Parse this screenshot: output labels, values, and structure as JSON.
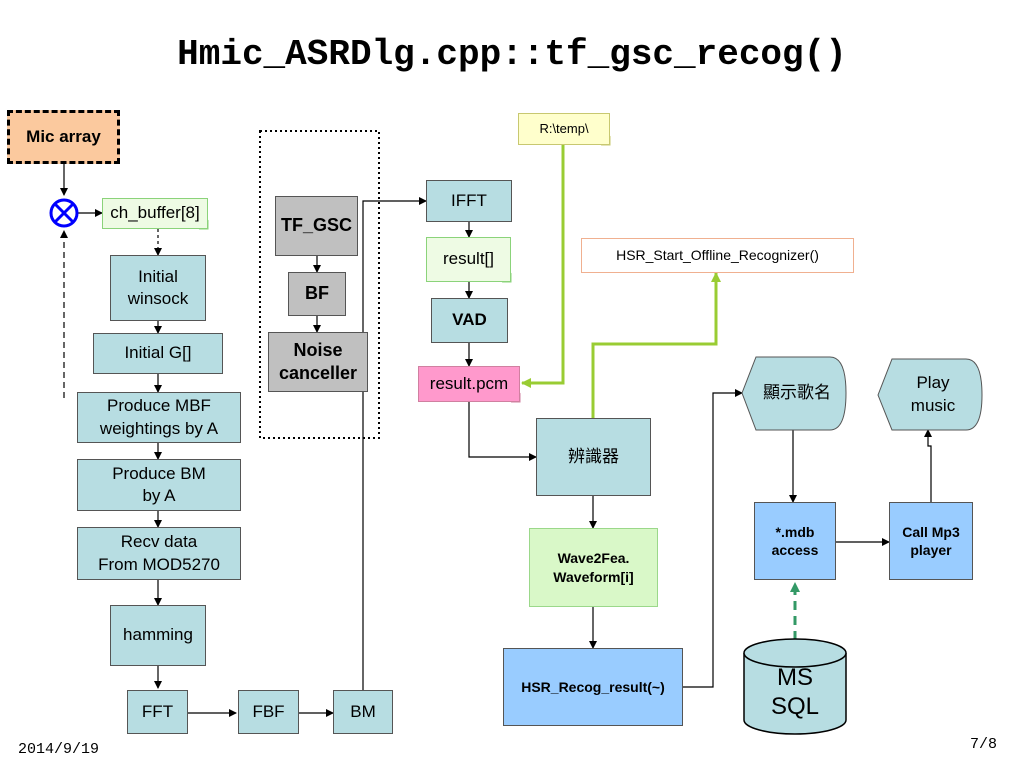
{
  "title": "Hmic_ASRDlg.cpp::tf_gsc_recog()",
  "nodes": {
    "mic_array": "Mic array",
    "ch_buffer": "ch_buffer[8]",
    "initial_winsock": "Initial\nwinsock",
    "initial_g": "Initial G[]",
    "produce_mbf": "Produce MBF\nweightings by A",
    "produce_bm": "Produce BM\nby A",
    "recv_data": "Recv data\nFrom MOD5270",
    "hamming": "hamming",
    "fft": "FFT",
    "fbf": "FBF",
    "bm": "BM",
    "tf_gsc": "TF_GSC",
    "bf": "BF",
    "noise_canceller": "Noise\ncanceller",
    "ifft": "IFFT",
    "result_array": "result[]",
    "vad": "VAD",
    "result_pcm": "result.pcm",
    "temp_path": "R:\\temp\\",
    "hsr_start": "HSR_Start_Offline_Recognizer()",
    "recognizer": "辨識器",
    "wave2fea": "Wave2Fea.\nWaveform[i]",
    "hsr_recog_result": "HSR_Recog_result(~)",
    "show_song": "顯示歌名",
    "play_music": "Play\nmusic",
    "mdb_access": "*.mdb\naccess",
    "call_mp3": "Call Mp3\nplayer",
    "ms_sql": "MS\nSQL"
  },
  "footer": {
    "date": "2014/9/19",
    "page": "7/8"
  },
  "colors": {
    "teal": "#b7dde2",
    "gray": "#c0c0c0",
    "orange": "#fbc99e",
    "blue": "#99ccff",
    "pink": "#ff99cc",
    "yellow": "#ffffcc",
    "arrow_green": "#99cc33",
    "dash_green": "#339966",
    "mixer_blue": "#0000ff"
  }
}
